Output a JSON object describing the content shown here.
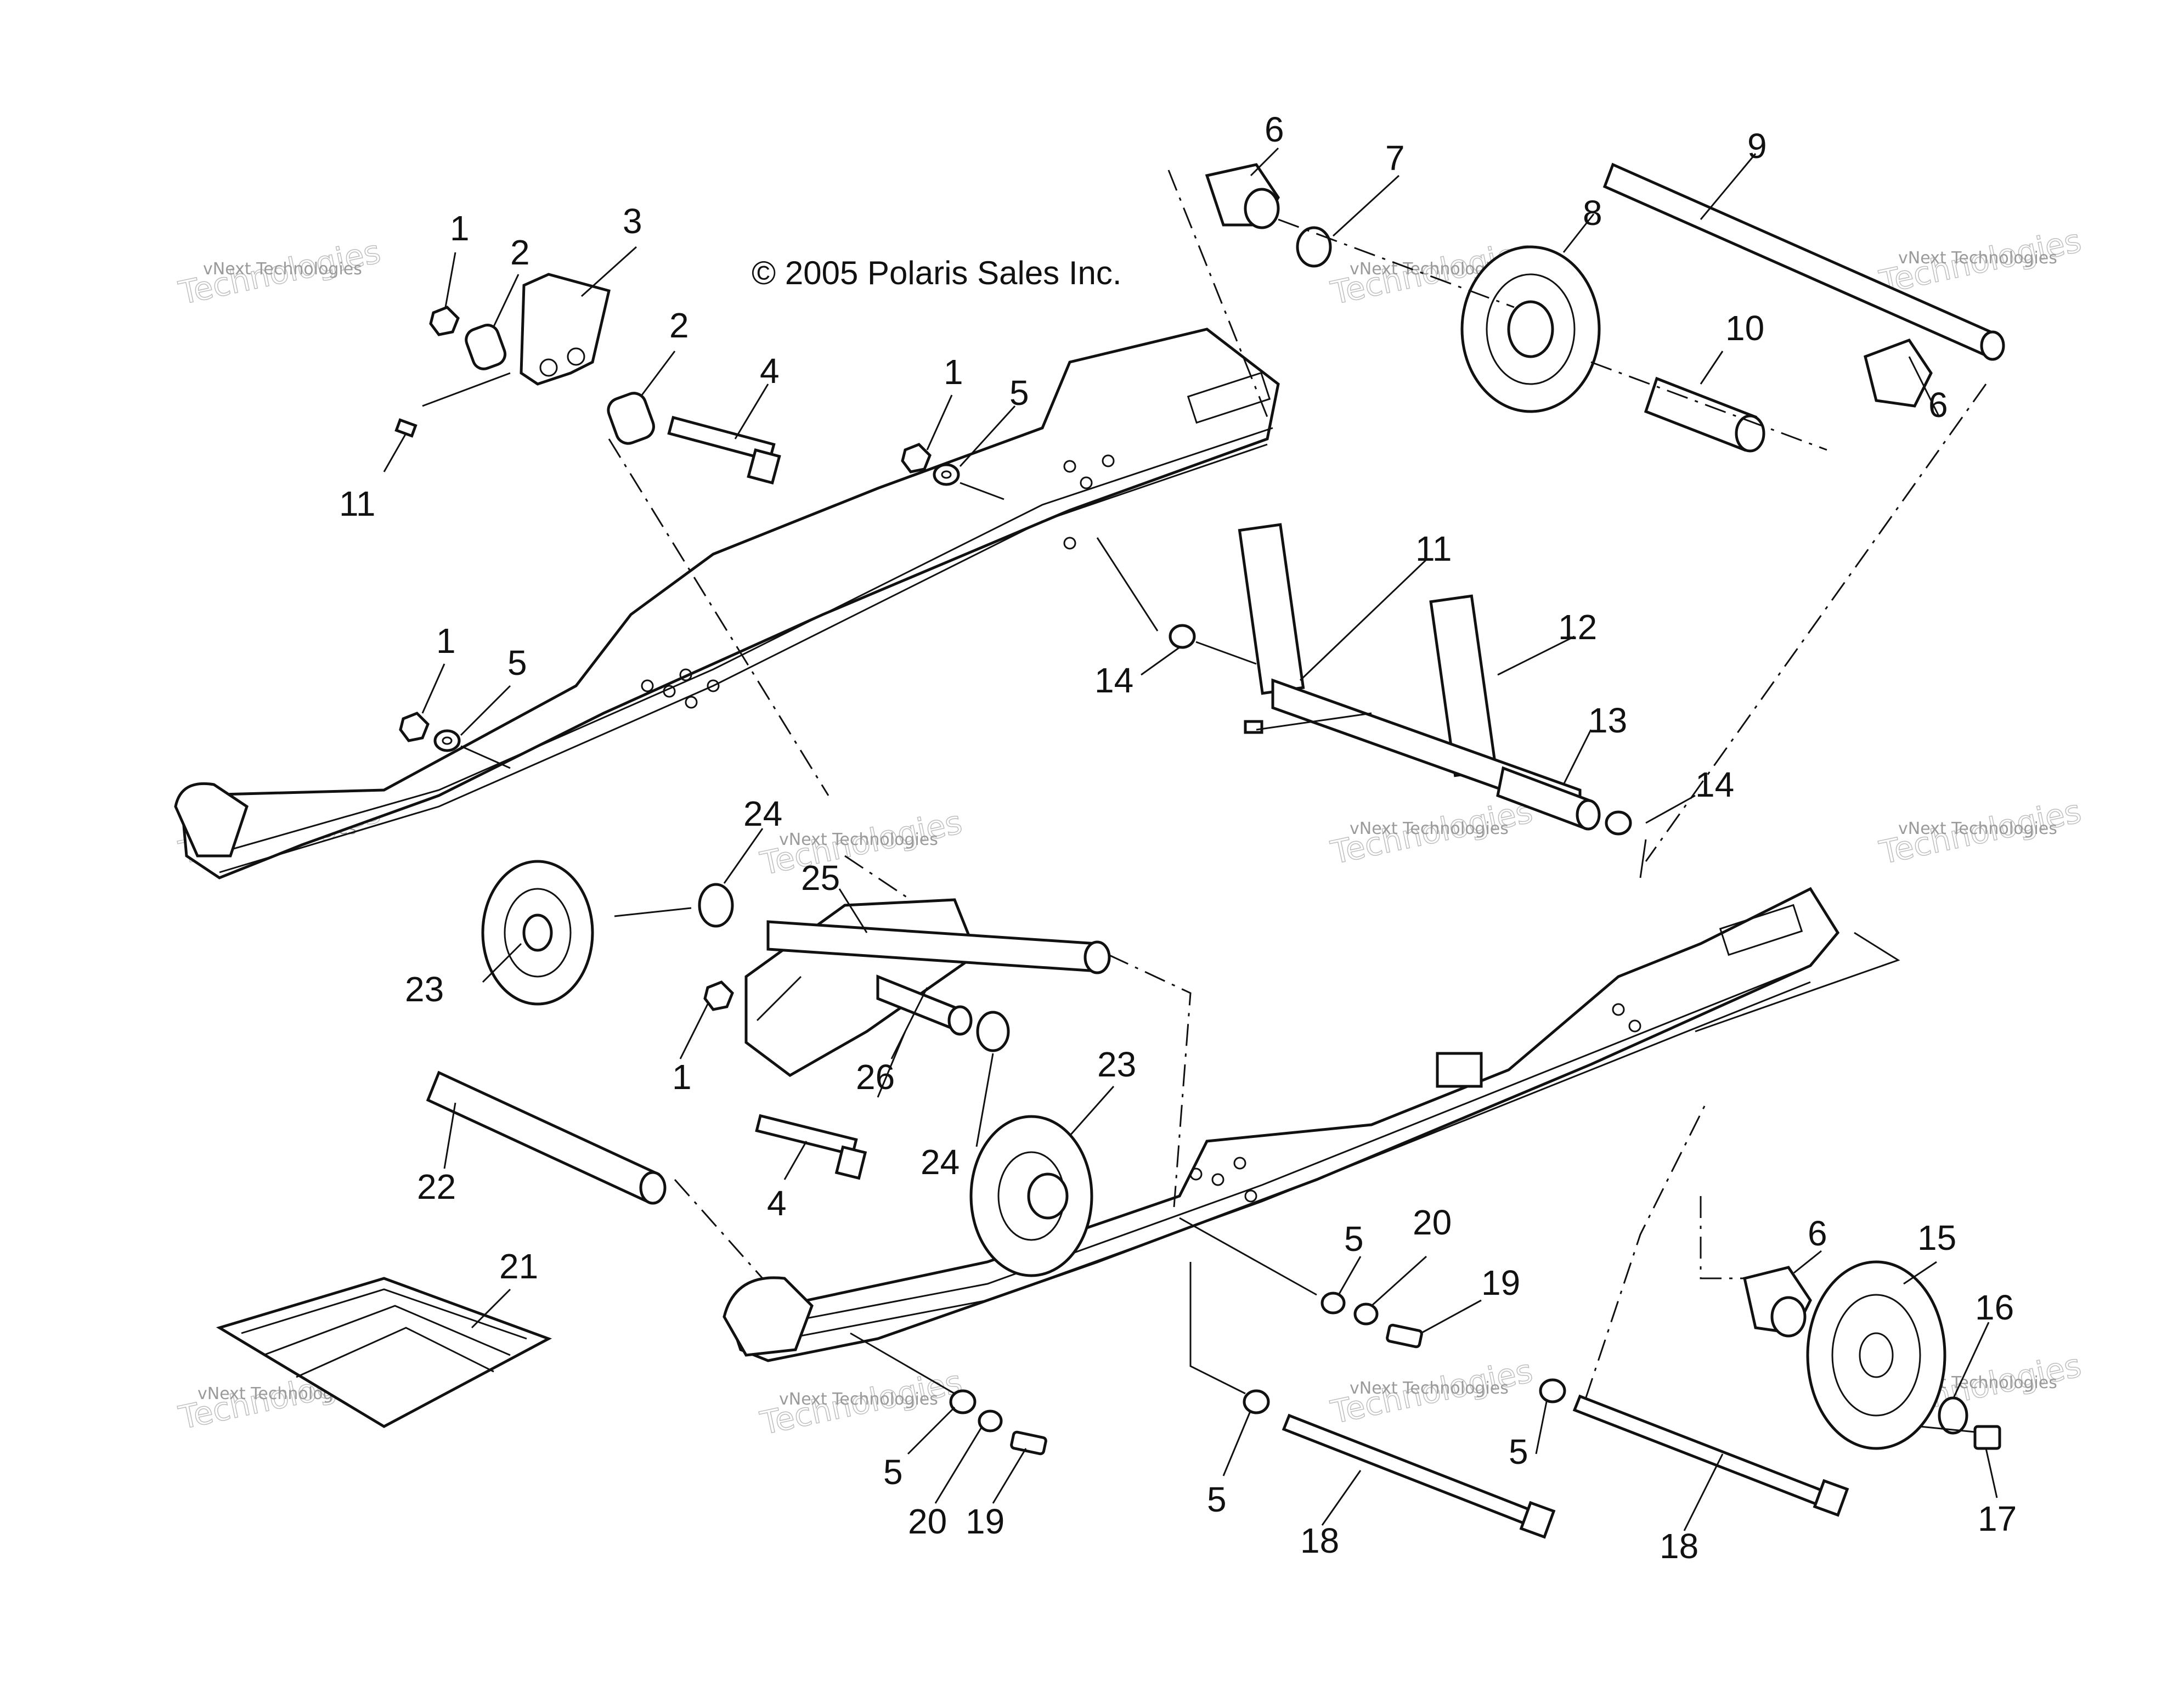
{
  "copyright": "© 2005 Polaris Sales Inc.",
  "watermark": {
    "line1": "vNext Technologies",
    "line2": "vNext",
    "line3": "Technologies"
  },
  "callouts": [
    "1",
    "2",
    "3",
    "2",
    "4",
    "1",
    "5",
    "11",
    "1",
    "5",
    "6",
    "7",
    "8",
    "9",
    "10",
    "6",
    "11",
    "12",
    "13",
    "14",
    "14",
    "24",
    "25",
    "23",
    "1",
    "26",
    "24",
    "23",
    "4",
    "22",
    "21",
    "6",
    "15",
    "16",
    "5",
    "20",
    "19",
    "5",
    "20",
    "19",
    "5",
    "18",
    "5",
    "18",
    "17"
  ],
  "colors": {
    "line": "#111111",
    "watermark": "#9a9a9a",
    "background": "#ffffff"
  }
}
